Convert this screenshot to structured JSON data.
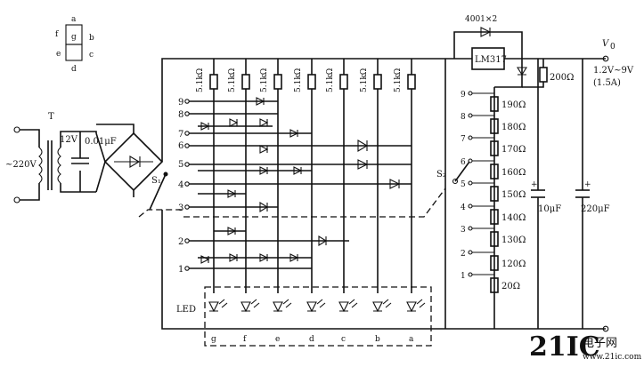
{
  "segment_legend": {
    "top": "a",
    "left": "f",
    "center": "g",
    "right": "b",
    "lower_left": "e",
    "lower_right": "c",
    "bottom": "d"
  },
  "mains": {
    "voltage": "~220V",
    "transformer": "T",
    "secondary": "12V",
    "capacitor": "0.01μF"
  },
  "switches": {
    "s1": "S₁",
    "s2": "S₂"
  },
  "switch_positions": [
    "9",
    "8",
    "7",
    "6",
    "5",
    "4",
    "3",
    "2",
    "1"
  ],
  "led_resistors": [
    "5.1kΩ",
    "5.1kΩ",
    "5.1kΩ",
    "5.1kΩ",
    "5.1kΩ",
    "5.1kΩ",
    "5.1kΩ"
  ],
  "led_label": "LED",
  "segments_bottom": [
    "g",
    "f",
    "e",
    "d",
    "c",
    "b",
    "a"
  ],
  "regulator": {
    "diodes": "4001×2",
    "chip": "LM317",
    "top_resistor": "200Ω",
    "output_label": "V",
    "output_sub": "0",
    "range": "1.2V~9V",
    "current": "(1.5A)",
    "c1": "10μF",
    "c2": "220μF"
  },
  "divider_positions": [
    "9",
    "8",
    "7",
    "6",
    "5",
    "4",
    "3",
    "2",
    "1"
  ],
  "divider_resistors": [
    "190Ω",
    "180Ω",
    "170Ω",
    "160Ω",
    "150Ω",
    "140Ω",
    "130Ω",
    "120Ω",
    "20Ω"
  ],
  "watermark": {
    "brand": "21IC",
    "cn": "电子网",
    "url": "www.21ic.com"
  }
}
